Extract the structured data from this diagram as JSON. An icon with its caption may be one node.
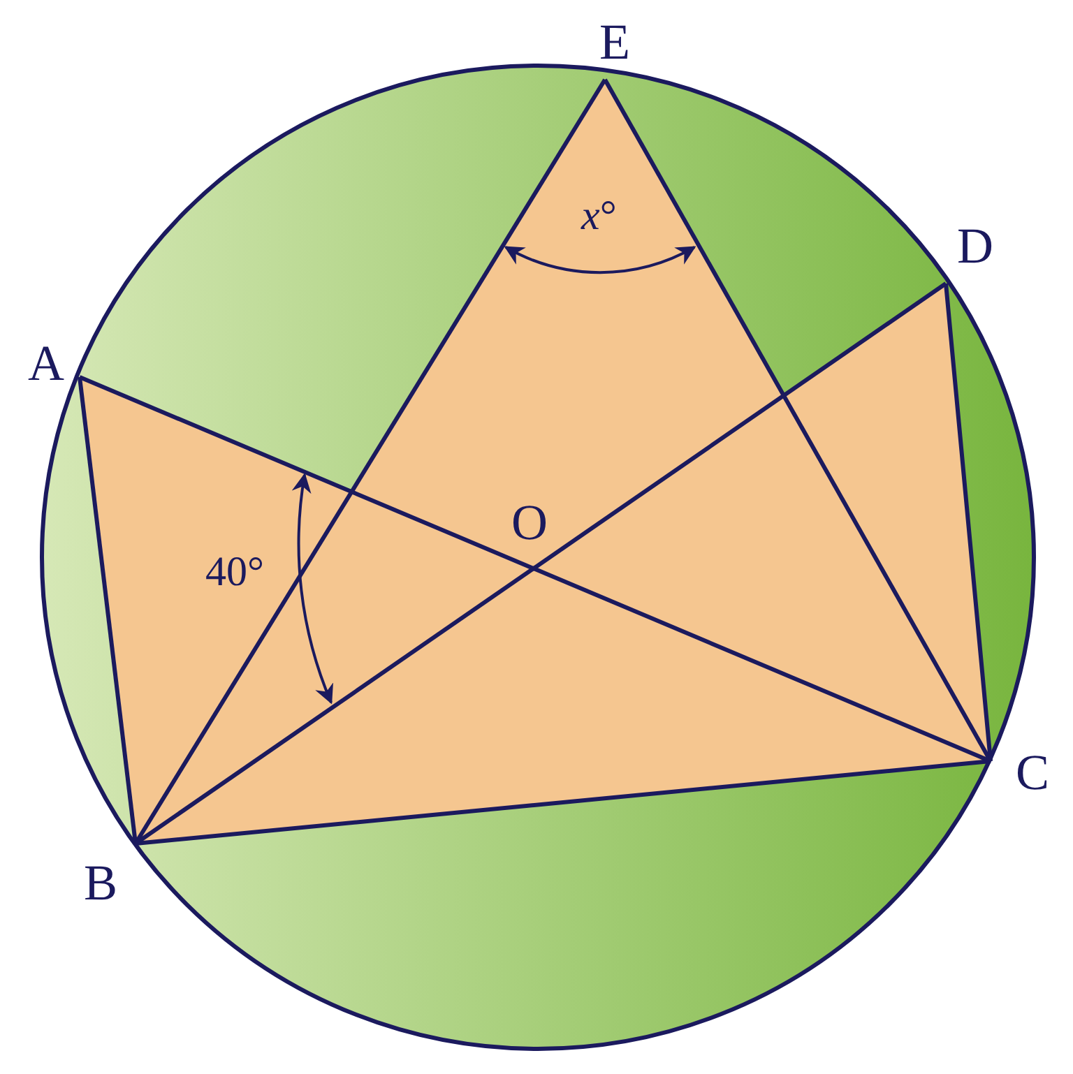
{
  "diagram": {
    "nodes": [
      {
        "text": [
          "A"
        ]
      },
      {
        "text": [
          "B"
        ]
      },
      {
        "text": [
          "C"
        ]
      },
      {
        "text": [
          "D"
        ]
      },
      {
        "text": [
          "E"
        ]
      }
    ],
    "edges": [
      {
        "from": 0,
        "to": 1,
        "arrow": "none"
      },
      {
        "from": 0,
        "to": 2,
        "arrow": "none"
      },
      {
        "from": 1,
        "to": 4,
        "arrow": "none"
      },
      {
        "from": 1,
        "to": 3,
        "arrow": "none"
      },
      {
        "from": 1,
        "to": 2,
        "arrow": "none"
      },
      {
        "from": 4,
        "to": 2,
        "arrow": "none"
      },
      {
        "from": 3,
        "to": 2,
        "arrow": "none"
      }
    ],
    "labels": [
      "*x*°",
      "O",
      "40°"
    ]
  }
}
